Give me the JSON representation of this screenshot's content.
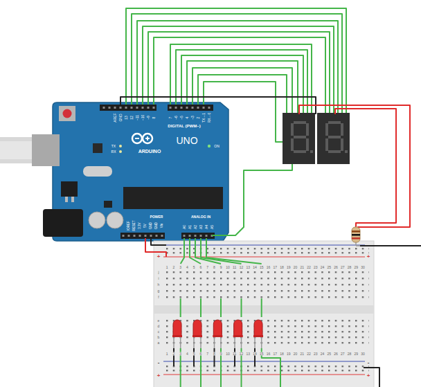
{
  "diagram": {
    "labels": [
      "AREF",
      "GND",
      "13",
      "12",
      "~11",
      "~10",
      "~9",
      "8",
      "7",
      "~6",
      "~5",
      "4",
      "~3",
      "2",
      "TX→1",
      "RX←0",
      "DIGITAL (PWM~)",
      "ARDUINO",
      "UNO",
      "TX",
      "RX",
      "ON",
      "POWER",
      "ANALOG IN",
      "IOREF",
      "RESET",
      "3.3V",
      "5V",
      "GND",
      "GND",
      "Vin",
      "A0",
      "A1",
      "A2",
      "A3",
      "A4",
      "A5",
      "+",
      "+",
      "j",
      "i",
      "h",
      "g",
      "f",
      "1",
      "2",
      "3",
      "4",
      "5",
      "6",
      "7",
      "8",
      "9",
      "10",
      "11",
      "12",
      "13",
      "14",
      "15",
      "16",
      "17",
      "18",
      "19",
      "20",
      "21",
      "22",
      "23",
      "24",
      "25",
      "26",
      "27",
      "28",
      "29",
      "30",
      "e",
      "d",
      "c",
      "b",
      "a",
      "1",
      "2",
      "3",
      "4",
      "5",
      "6",
      "7",
      "8",
      "9",
      "10",
      "11",
      "12",
      "13",
      "14",
      "15",
      "16",
      "17",
      "18",
      "19",
      "20",
      "21",
      "22",
      "23",
      "24",
      "25",
      "26",
      "27",
      "28",
      "29",
      "30",
      "-",
      "+",
      "-",
      "+"
    ]
  }
}
